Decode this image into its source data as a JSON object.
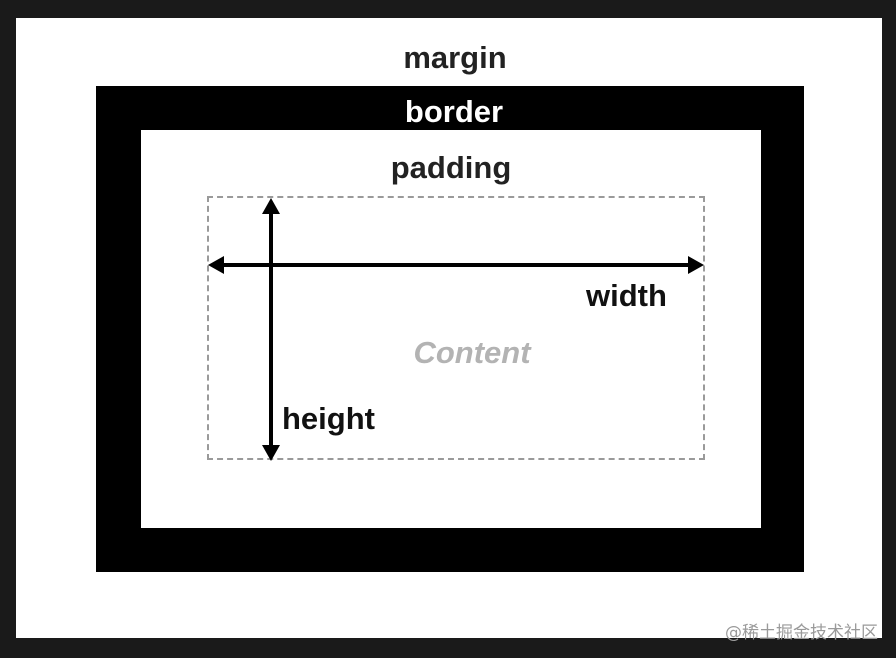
{
  "diagram": {
    "labels": {
      "margin": "margin",
      "border": "border",
      "padding": "padding",
      "content": "Content",
      "width": "width",
      "height": "height"
    },
    "colors": {
      "outer_background": "#1a1a1a",
      "margin_fill": "#ffffff",
      "border_fill": "#000000",
      "padding_fill": "#ffffff",
      "content_outline": "#9a9a9a",
      "content_text": "#b3b3b3",
      "arrow": "#000000"
    }
  },
  "watermark": "@稀土掘金技术社区"
}
